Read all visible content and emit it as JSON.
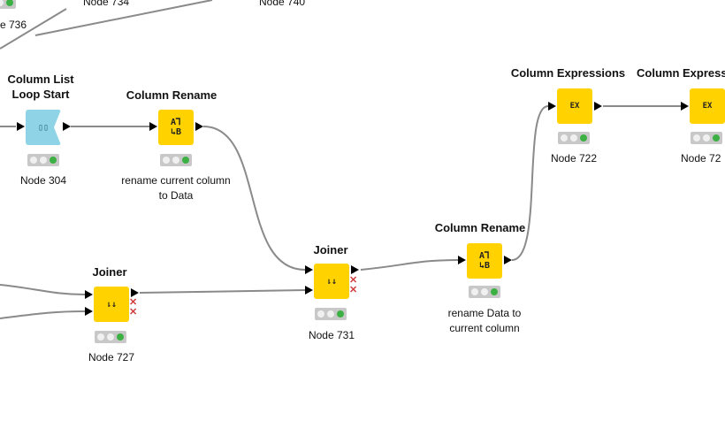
{
  "top_labels": {
    "n736": "e 736",
    "n734": "Node 734",
    "n740": "Node 740"
  },
  "nodes": {
    "loop_start": {
      "title_line1": "Column List",
      "title_line2": "Loop Start",
      "label": "Node 304"
    },
    "rename1": {
      "title": "Column Rename",
      "label_line1": "rename current column",
      "label_line2": "to Data"
    },
    "joiner727": {
      "title": "Joiner",
      "label": "Node 727"
    },
    "joiner731": {
      "title": "Joiner",
      "label": "Node 731"
    },
    "rename2": {
      "title": "Column Rename",
      "label_line1": "rename Data to",
      "label_line2": "current column"
    },
    "expr722": {
      "title": "Column Expressions",
      "label": "Node 722"
    },
    "expr_next": {
      "title": "Column Expressions",
      "label": "Node 72"
    }
  },
  "icons": {
    "loop_start": "column-list-loop-icon",
    "rename": "column-rename-icon",
    "joiner": "joiner-icon",
    "expressions": "column-expressions-icon"
  },
  "colors": {
    "node_yellow": "#ffd200",
    "loop_cyan": "#8fd3e6",
    "status_green": "#3cb043",
    "status_bg": "#c8c8c8",
    "connection": "#888888"
  }
}
